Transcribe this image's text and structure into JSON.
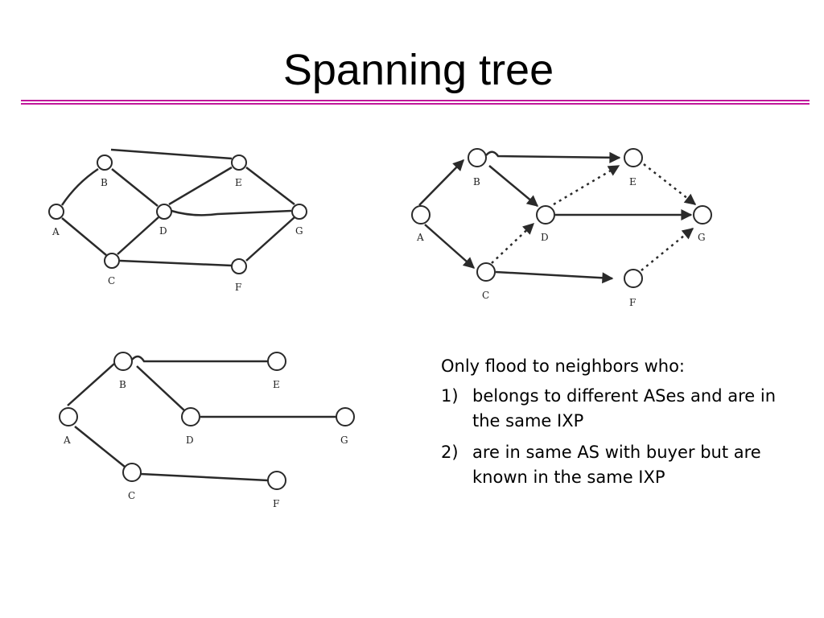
{
  "title": "Spanning tree",
  "diagrams": {
    "graph": {
      "nodes": [
        "A",
        "B",
        "C",
        "D",
        "E",
        "F",
        "G"
      ]
    },
    "flood": {
      "nodes": [
        "A",
        "B",
        "C",
        "D",
        "E",
        "F",
        "G"
      ]
    },
    "tree": {
      "nodes": [
        "A",
        "B",
        "C",
        "D",
        "E",
        "F",
        "G"
      ]
    }
  },
  "rules": {
    "intro": "Only flood to neighbors who:",
    "items": [
      {
        "num": "1)",
        "text": "belongs to different ASes and are in the same IXP"
      },
      {
        "num": "2)",
        "text": "are in same AS with buyer but are known in the same IXP"
      }
    ]
  }
}
